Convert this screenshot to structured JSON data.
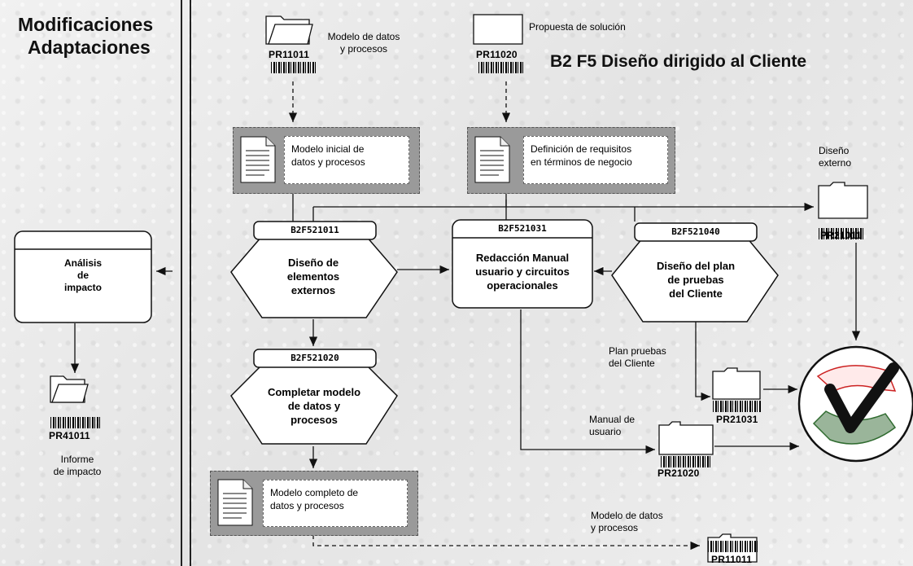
{
  "left_panel": {
    "title_line1": "Modificaciones",
    "title_line2": "Adaptaciones",
    "process_label": "Análisis\nde\nimpacto",
    "output_code": "PR41011",
    "output_label": "Informe\nde impacto"
  },
  "header": {
    "title": "B2 F5   Diseño dirigido al Cliente",
    "input1_code": "PR11011",
    "input1_label": "Modelo de datos\ny procesos",
    "input2_code": "PR11020",
    "input2_label": "Propuesta de solución"
  },
  "documents": {
    "doc1": "Modelo inicial de\ndatos y procesos",
    "doc2": "Definición de requisitos\nen términos de negocio",
    "doc3": "Modelo completo de\ndatos y procesos"
  },
  "activities": {
    "a1_code": "B2F521011",
    "a1_label": "Diseño de\nelementos\nexternos",
    "a2_code": "B2F521020",
    "a2_label": "Completar modelo\nde datos y\nprocesos",
    "a3_code": "B2F521031",
    "a3_label": "Redacción Manual\nusuario y circuitos\noperacionales",
    "a4_code": "B2F521040",
    "a4_label": "Diseño del plan\nde pruebas\ndel Cliente"
  },
  "outputs": {
    "out1_label": "Diseño\nexterno",
    "out1_code": "PR21011",
    "out2_label": "Plan pruebas\ndel Cliente",
    "out2_code": "PR21031",
    "out3_label": "Manual de\nusuario",
    "out3_code": "PR21020",
    "out4_label": "Modelo de datos\ny procesos",
    "out4_code": "PR11011"
  },
  "colors": {
    "wire": "#111111",
    "docbox": "#9a9a9a",
    "check": "#111111",
    "check_red": "#cc2222",
    "check_green": "#3a7a3a"
  }
}
